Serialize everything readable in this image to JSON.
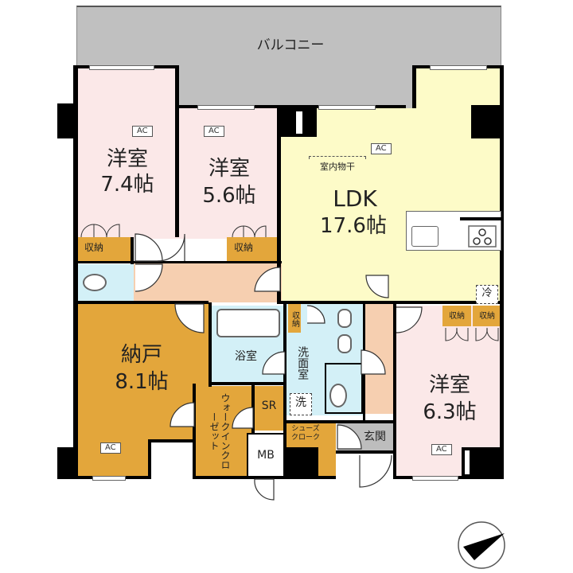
{
  "plan": {
    "balcony": {
      "label": "バルコニー"
    },
    "rooms": [
      {
        "id": "western-1",
        "name": "洋室",
        "size": "7.4帖",
        "ac": "AC"
      },
      {
        "id": "western-2",
        "name": "洋室",
        "size": "5.6帖",
        "ac": "AC"
      },
      {
        "id": "ldk",
        "name": "LDK",
        "size": "17.6帖",
        "ac": "AC",
        "drying": "室内物干"
      },
      {
        "id": "storeroom",
        "name": "納戸",
        "size": "8.1帖",
        "ac": "AC"
      },
      {
        "id": "western-3",
        "name": "洋室",
        "size": "6.3帖",
        "ac": "AC"
      }
    ],
    "bath": {
      "label": "浴室"
    },
    "washroom": {
      "label": "洗面室",
      "washer": "洗"
    },
    "fridge": {
      "label": "冷"
    },
    "walk_in_closet": {
      "label": "ウォークインクローゼット"
    },
    "sr": {
      "label": "SR"
    },
    "mb": {
      "label": "MB"
    },
    "shoe_cloak": {
      "label": "シューズクローク"
    },
    "entrance": {
      "label": "玄関"
    },
    "storage": [
      {
        "label": "収納"
      },
      {
        "label": "収納"
      },
      {
        "label": "収納"
      },
      {
        "label": "収納"
      },
      {
        "label": "収納"
      }
    ]
  },
  "colors": {
    "balcony": "#c0c0c0",
    "western": "#fbe8e8",
    "ldk": "#fdfbc8",
    "storeroom": "#e3a63b",
    "storage": "#e3a63b",
    "corridor": "#f6cfb0",
    "wet": "#d3f0f7",
    "entrance": "#bdbdbd"
  }
}
